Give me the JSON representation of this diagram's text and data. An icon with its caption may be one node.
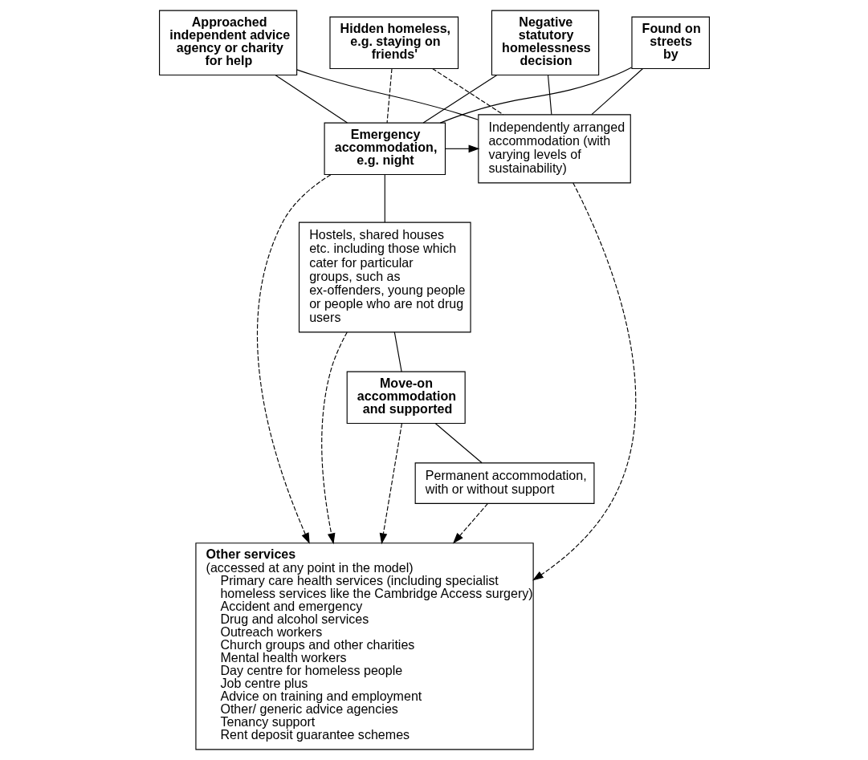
{
  "diagram": {
    "nodes": [
      {
        "text": [
          "Negative statutory homelessness decision"
        ]
      },
      {
        "text": [
          "Found on streets by"
        ]
      },
      {
        "text": [
          "Approached independent advice agency or charity for help"
        ]
      },
      {
        "text": [
          "Hidden homeless, e.g. staying on friends'"
        ]
      },
      {
        "text": [
          "Emergency accommodation, e.g. night"
        ]
      },
      {
        "text": [
          "Independently arranged accommodation (with varying levels of sustainability)"
        ]
      },
      {
        "text": [
          "Hostels, shared houses etc. including those which cater for particular groups, such as ex-offenders, young people or people who are not drug users"
        ]
      },
      {
        "text": [
          "Move-on accommodation and supported"
        ]
      },
      {
        "text": [
          "Permanent accommodation, with or without support"
        ]
      },
      {
        "text": [
          "Other services",
          "(accessed at any point in the model)",
          "Primary care health services (including specialist homeless services like the Cambridge Access surgery)",
          "Accident and emergency",
          "Drug and alcohol services",
          "Outreach workers",
          "Church groups and other charities",
          "Mental health workers",
          "Day centre for homeless people",
          "Job centre plus",
          "Advice on training and employment",
          "Other/ generic advice agencies",
          "Tenancy support",
          "Rent deposit guarantee schemes"
        ]
      }
    ],
    "edges": [
      {
        "from": 0,
        "to": 4,
        "arrow": "none"
      },
      {
        "from": 0,
        "to": 5,
        "arrow": "none"
      },
      {
        "from": 1,
        "to": 4,
        "arrow": "none"
      },
      {
        "from": 1,
        "to": 5,
        "arrow": "none"
      },
      {
        "from": 2,
        "to": 4,
        "arrow": "none"
      },
      {
        "from": 2,
        "to": 5,
        "arrow": "none"
      },
      {
        "from": 3,
        "to": 4,
        "arrow": "none",
        "style": "dashed"
      },
      {
        "from": 3,
        "to": 5,
        "arrow": "none",
        "style": "dashed"
      },
      {
        "from": 4,
        "to": 5,
        "arrow": "to"
      },
      {
        "from": 4,
        "to": 9,
        "arrow": "to",
        "style": "dashed"
      },
      {
        "from": 5,
        "to": 9,
        "arrow": "to",
        "style": "dashed"
      },
      {
        "from": 4,
        "to": 6,
        "arrow": "none"
      },
      {
        "from": 6,
        "to": 9,
        "arrow": "to",
        "style": "dashed"
      },
      {
        "from": 6,
        "to": 7,
        "arrow": "none"
      },
      {
        "from": 7,
        "to": 9,
        "arrow": "to",
        "style": "dashed"
      },
      {
        "from": 7,
        "to": 8,
        "arrow": "none"
      },
      {
        "from": 8,
        "to": 9,
        "arrow": "to",
        "style": "dashed"
      }
    ]
  }
}
